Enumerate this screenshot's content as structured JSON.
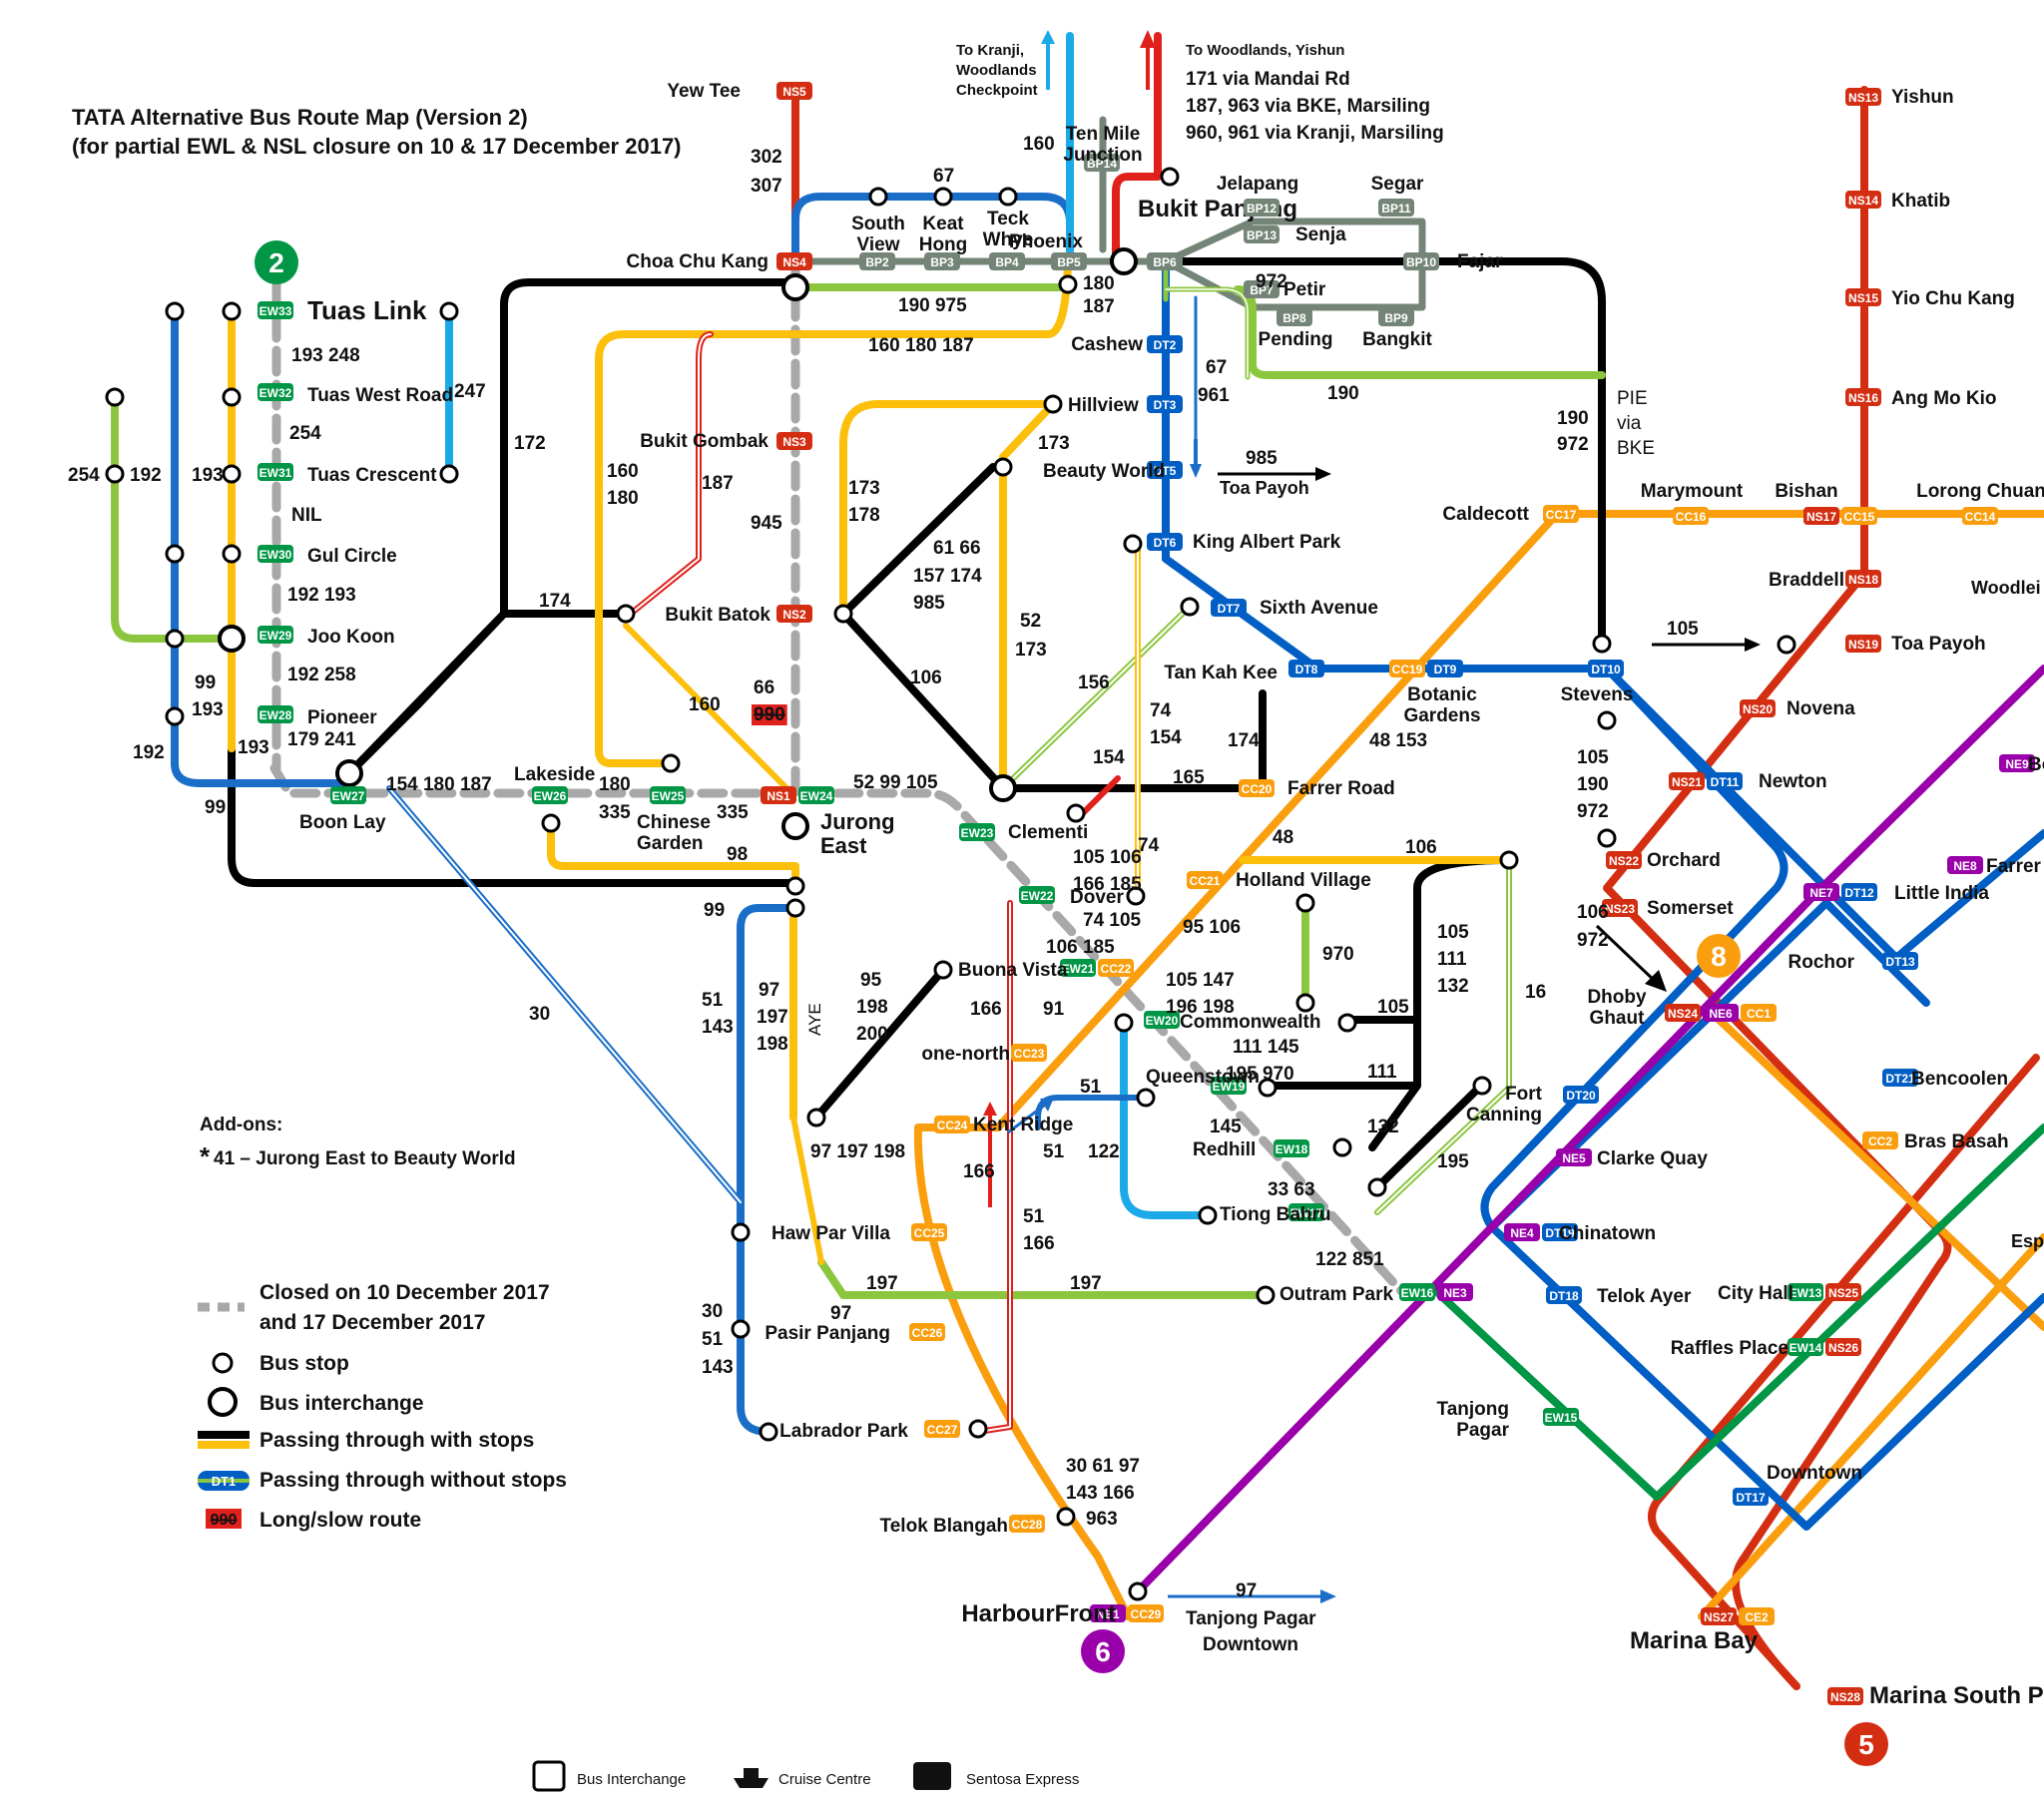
{
  "title": {
    "line1": "TATA Alternative Bus Route Map (Version 2)",
    "line2": "(for partial EWL & NSL closure on 10 & 17 December 2017)"
  },
  "colors": {
    "ns": "#d42e12",
    "ew": "#009645",
    "cc": "#fa9e0d",
    "dt": "#005ec4",
    "ne": "#9900aa",
    "bp": "#748477",
    "closed": "#a8a8a8",
    "bus_black": "#000000",
    "bus_yellow": "#fbbf0c",
    "bus_green": "#8cc63f",
    "bus_blue": "#1a6ec8",
    "bus_cyan": "#1ba9e8",
    "bus_red": "#e0201b",
    "slow": "#e0201b"
  },
  "badges": [
    "2",
    "8",
    "6",
    "5"
  ],
  "stations": [
    {
      "name": "Yew Tee",
      "code": "NS5"
    },
    {
      "name": "Choa Chu Kang",
      "code": "NS4"
    },
    {
      "name": "Bukit Gombak",
      "code": "NS3"
    },
    {
      "name": "Bukit Batok",
      "code": "NS2"
    },
    {
      "name": "Jurong East",
      "code": "NS1 EW24"
    },
    {
      "name": "Tuas Link",
      "code": "EW33"
    },
    {
      "name": "Tuas West Road",
      "code": "EW32"
    },
    {
      "name": "Tuas Crescent",
      "code": "EW31"
    },
    {
      "name": "Gul Circle",
      "code": "EW30"
    },
    {
      "name": "Joo Koon",
      "code": "EW29"
    },
    {
      "name": "Pioneer",
      "code": "EW28"
    },
    {
      "name": "Boon Lay",
      "code": "EW27"
    },
    {
      "name": "Lakeside",
      "code": "EW26"
    },
    {
      "name": "Chinese Garden",
      "code": "EW25"
    },
    {
      "name": "Clementi",
      "code": "EW23"
    },
    {
      "name": "Dover",
      "code": "EW22"
    },
    {
      "name": "Buona Vista",
      "code": "EW21 CC22"
    },
    {
      "name": "Commonwealth",
      "code": "EW20"
    },
    {
      "name": "Queenstown",
      "code": "EW19"
    },
    {
      "name": "Redhill",
      "code": "EW18"
    },
    {
      "name": "Tiong Bahru",
      "code": "EW17"
    },
    {
      "name": "Outram Park",
      "code": "EW16 NE3"
    },
    {
      "name": "Tanjong Pagar",
      "code": "EW15"
    },
    {
      "name": "Raffles Place",
      "code": "EW14 NS26"
    },
    {
      "name": "City Hall",
      "code": "EW13 NS25"
    },
    {
      "name": "Bukit Panjang",
      "code": "BP6"
    },
    {
      "name": "South View",
      "code": "BP2"
    },
    {
      "name": "Keat Hong",
      "code": "BP3"
    },
    {
      "name": "Teck Whye",
      "code": "BP4"
    },
    {
      "name": "Phoenix",
      "code": "BP5"
    },
    {
      "name": "Ten Mile Junction",
      "code": "BP14"
    },
    {
      "name": "Jelapang",
      "code": "BP12"
    },
    {
      "name": "Segar",
      "code": "BP11"
    },
    {
      "name": "Senja",
      "code": "BP13"
    },
    {
      "name": "Fajar",
      "code": "BP10"
    },
    {
      "name": "Petir",
      "code": "BP7"
    },
    {
      "name": "Pending",
      "code": "BP8"
    },
    {
      "name": "Bangkit",
      "code": "BP9"
    },
    {
      "name": "Cashew",
      "code": "DT2"
    },
    {
      "name": "Hillview",
      "code": "DT3"
    },
    {
      "name": "Beauty World",
      "code": "DT5"
    },
    {
      "name": "King Albert Park",
      "code": "DT6"
    },
    {
      "name": "Sixth Avenue",
      "code": "DT7"
    },
    {
      "name": "Tan Kah Kee",
      "code": "DT8"
    },
    {
      "name": "Botanic Gardens",
      "code": "CC19 DT9"
    },
    {
      "name": "Stevens",
      "code": "DT10"
    },
    {
      "name": "Newton",
      "code": "NS21 DT11"
    },
    {
      "name": "Little India",
      "code": "NE7 DT12"
    },
    {
      "name": "Rochor",
      "code": "DT13"
    },
    {
      "name": "Bencoolen",
      "code": "DT21"
    },
    {
      "name": "Fort Canning",
      "code": "DT20"
    },
    {
      "name": "Chinatown",
      "code": "NE4 DT19"
    },
    {
      "name": "Telok Ayer",
      "code": "DT18"
    },
    {
      "name": "Downtown",
      "code": "DT17"
    },
    {
      "name": "Caldecott",
      "code": "CC17"
    },
    {
      "name": "Marymount",
      "code": "CC16"
    },
    {
      "name": "Bishan",
      "code": "NS17 CC15"
    },
    {
      "name": "Lorong Chuan",
      "code": "CC14"
    },
    {
      "name": "Farrer Road",
      "code": "CC20"
    },
    {
      "name": "Holland Village",
      "code": "CC21"
    },
    {
      "name": "one-north",
      "code": "CC23"
    },
    {
      "name": "Kent Ridge",
      "code": "CC24"
    },
    {
      "name": "Haw Par Villa",
      "code": "CC25"
    },
    {
      "name": "Pasir Panjang",
      "code": "CC26"
    },
    {
      "name": "Labrador Park",
      "code": "CC27"
    },
    {
      "name": "Telok Blangah",
      "code": "CC28"
    },
    {
      "name": "HarbourFront",
      "code": "NE1 CC29"
    },
    {
      "name": "Yishun",
      "code": "NS13"
    },
    {
      "name": "Khatib",
      "code": "NS14"
    },
    {
      "name": "Yio Chu Kang",
      "code": "NS15"
    },
    {
      "name": "Ang Mo Kio",
      "code": "NS16"
    },
    {
      "name": "Braddell",
      "code": "NS18"
    },
    {
      "name": "Toa Payoh",
      "code": "NS19"
    },
    {
      "name": "Novena",
      "code": "NS20"
    },
    {
      "name": "Orchard",
      "code": "NS22"
    },
    {
      "name": "Somerset",
      "code": "NS23"
    },
    {
      "name": "Dhoby Ghaut",
      "code": "NS24 NE6 CC1"
    },
    {
      "name": "Clarke Quay",
      "code": "NE5"
    },
    {
      "name": "Bras Basah",
      "code": "CC2"
    },
    {
      "name": "Farrer Park",
      "code": "NE8"
    },
    {
      "name": "Boon Keng",
      "code": "NE9"
    },
    {
      "name": "Marina Bay",
      "code": "NS27 CE2"
    },
    {
      "name": "Marina South Pier",
      "code": "NS28"
    }
  ],
  "labels": {
    "to_kranji": "To Kranji,",
    "to_kranji2": "Woodlands",
    "to_kranji3": "Checkpoint",
    "to_woodlands": "To Woodlands, Yishun",
    "wl1": "171 via Mandai Rd",
    "wl2": "187, 963 via BKE, Marsiling",
    "wl3": "960, 961 via Kranji, Marsiling",
    "pie1": "PIE",
    "pie2": "via",
    "pie3": "BKE",
    "toa_payoh_dir": "Toa Payoh",
    "aye": "AYE",
    "tp_dir1": "Tanjong Pagar",
    "tp_dir2": "Downtown",
    "woodleigh": "Woodlei",
    "esplanade": "Esp"
  },
  "routes": {
    "r1": "302",
    "r2": "307",
    "r3": "160",
    "r4": "67",
    "r5": "180",
    "r6": "187",
    "r7": "190 975",
    "r8": "160 180 187",
    "r9": "972",
    "r10": "67",
    "r11": "961",
    "r12": "190",
    "r13": "190",
    "r14": "972",
    "r15": "985",
    "r16": "193 248",
    "r17": "254",
    "r18": "NIL",
    "r19": "192 193",
    "r20": "192 258",
    "r21": "179 241",
    "r22": "247",
    "r23": "254",
    "r24": "192",
    "r25": "193",
    "r26": "99",
    "r27": "193",
    "r28": "192",
    "r29": "193",
    "r30": "99",
    "r31": "172",
    "r32": "174",
    "r33": "160",
    "r34": "180",
    "r35": "187",
    "r36": "945",
    "r37": "173",
    "r38": "178",
    "r39": "173",
    "r40": "61 66",
    "r41": "157 174",
    "r42": "985",
    "r43": "52",
    "r44": "173",
    "r45": "106",
    "r46": "160",
    "r47": "66",
    "r48": "990",
    "r49": "154 180 187",
    "r50": "180",
    "r51": "335",
    "r52": "335",
    "r53": "98",
    "r54": "52 99 105",
    "r55": "156",
    "r56": "74",
    "r57": "154",
    "r58": "154",
    "r59": "174",
    "r60": "165",
    "r61": "48 153",
    "r62": "105",
    "r63": "105",
    "r64": "190",
    "r65": "972",
    "r66": "106",
    "r67": "972",
    "r68": "74",
    "r69": "48",
    "r70": "106",
    "r71": "105 106",
    "r72": "166 185",
    "r73": "74 105",
    "r74": "106 185",
    "r75": "95 106",
    "r76": "970",
    "r77": "105",
    "r78": "111",
    "r79": "132",
    "r80": "16",
    "r81": "99",
    "r82": "51",
    "r83": "143",
    "r84": "97",
    "r85": "197",
    "r86": "198",
    "r87": "95",
    "r88": "198",
    "r89": "200",
    "r90": "166",
    "r91": "91",
    "r92": "105 147",
    "r93": "196 198",
    "r94": "105",
    "r95": "111 145",
    "r96": "195 970",
    "r97": "111",
    "r98": "51",
    "r99": "145",
    "r100": "132",
    "r101": "51",
    "r102": "122",
    "r103": "33 63",
    "r104": "195",
    "r105": "97 197 198",
    "r106": "166",
    "r107": "51",
    "r108": "166",
    "r109": "30",
    "r110": "197",
    "r111": "197",
    "r112": "97",
    "r113": "122 851",
    "r114": "30",
    "r115": "51",
    "r116": "143",
    "r117": "30 61 97",
    "r118": "143 166",
    "r119": "963",
    "r120": "97"
  },
  "addons": {
    "title": "Add-ons:",
    "star": "*",
    "item": "41 – Jurong East to Beauty World"
  },
  "legend": {
    "closed1": "Closed on 10 December 2017",
    "closed2": "and 17 December 2017",
    "bus_stop": "Bus stop",
    "interchange": "Bus interchange",
    "with_stops": "Passing through with stops",
    "without_stops": "Passing through without stops",
    "sample_code": "DT1",
    "slow_code": "990",
    "slow": "Long/slow route"
  },
  "footer": {
    "interchange": "Bus Interchange",
    "cruise": "Cruise Centre",
    "sentosa": "Sentosa Express"
  }
}
